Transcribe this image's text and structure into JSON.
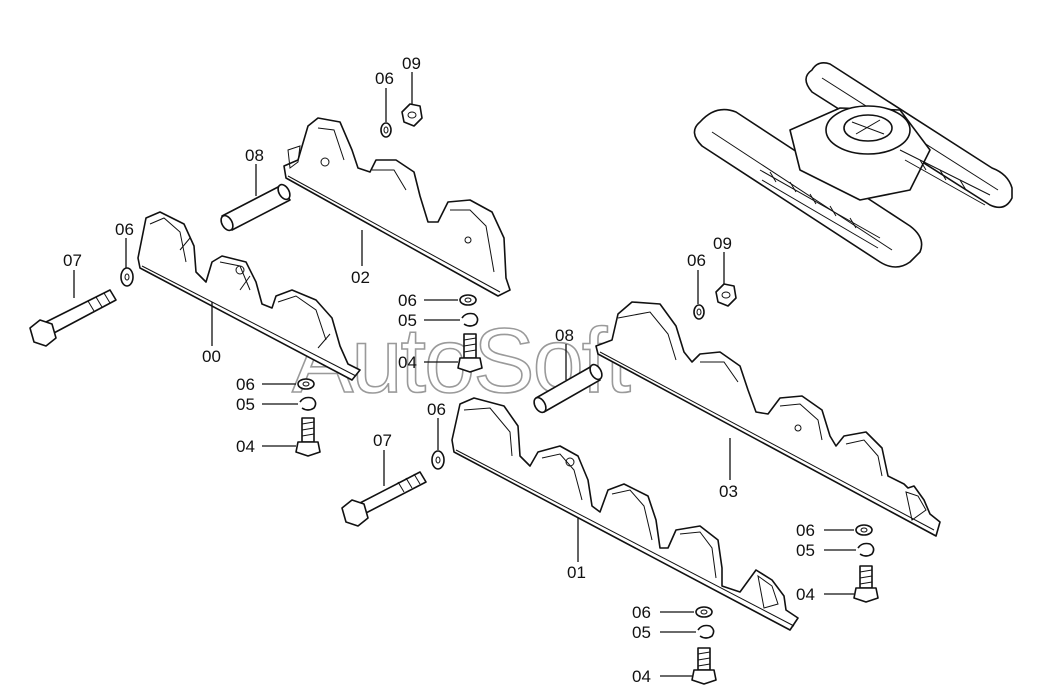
{
  "watermark": "AutoSoft",
  "callouts": {
    "c00": "00",
    "c01": "01",
    "c02": "02",
    "c03": "03",
    "c04a": "04",
    "c04b": "04",
    "c04c": "04",
    "c04d": "04",
    "c05a": "05",
    "c05b": "05",
    "c05c": "05",
    "c05d": "05",
    "c06a": "06",
    "c06b": "06",
    "c06c": "06",
    "c06d": "06",
    "c06e": "06",
    "c06f": "06",
    "c06g": "06",
    "c06h": "06",
    "c07a": "07",
    "c07b": "07",
    "c08a": "08",
    "c08b": "08",
    "c09a": "09",
    "c09b": "09"
  }
}
